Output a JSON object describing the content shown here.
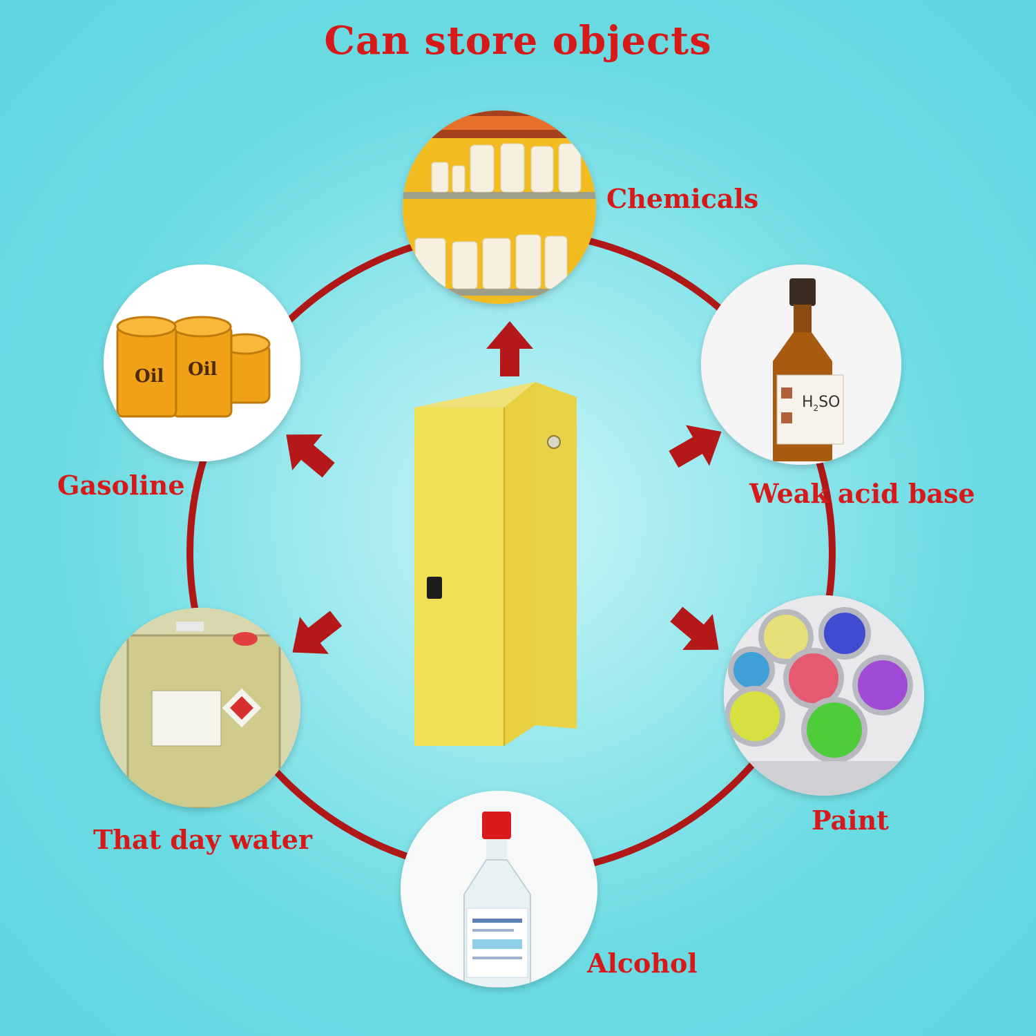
{
  "title": "Can store objects",
  "items": [
    {
      "key": "chemicals",
      "label": "Chemicals"
    },
    {
      "key": "weak_acid",
      "label": "Weak acid base",
      "formula_main": "H",
      "formula_sub": "2",
      "formula_rest": "SO"
    },
    {
      "key": "paint",
      "label": "Paint"
    },
    {
      "key": "alcohol",
      "label": "Alcohol"
    },
    {
      "key": "water",
      "label": "That day water"
    },
    {
      "key": "gasoline",
      "label": "Gasoline",
      "barrel_text_1": "Oil",
      "barrel_text_2": "Oil"
    }
  ],
  "colors": {
    "title": "#d61a1a",
    "ring": "#b01818",
    "arrow": "#b51818",
    "cabinet": "#f3e257"
  }
}
